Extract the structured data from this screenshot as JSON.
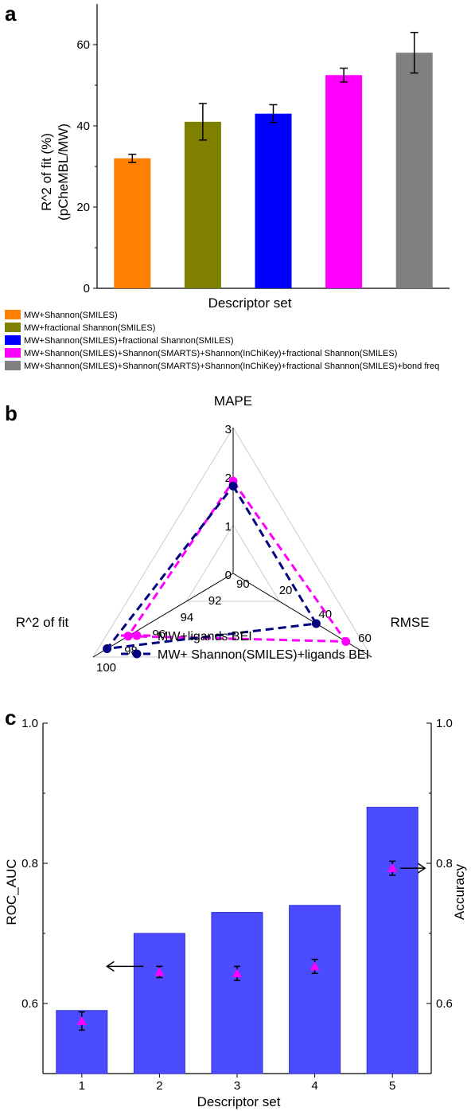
{
  "chart_data": [
    {
      "panel": "a",
      "type": "bar",
      "xlabel": "Descriptor set",
      "ylabel": "R^2 of fit (%)",
      "ylabel2": "(pCheMBL/MW)",
      "ylim": [
        0,
        70
      ],
      "yticks": [
        0,
        20,
        40,
        60
      ],
      "grid": false,
      "legend_position": "bottom",
      "series": [
        {
          "name": "MW+Shannon(SMILES)",
          "value": 32,
          "error": 1,
          "color": "#ff8000"
        },
        {
          "name": "MW+fractional Shannon(SMILES)",
          "value": 41,
          "error": 4.5,
          "color": "#808000"
        },
        {
          "name": "MW+Shannon(SMILES)+fractional Shannon(SMILES)",
          "value": 43,
          "error": 2.2,
          "color": "#0000ff"
        },
        {
          "name": "MW+Shannon(SMILES)+Shannon(SMARTS)+Shannon(InChiKey)+fractional Shannon(SMILES)",
          "value": 52.5,
          "error": 1.7,
          "color": "#ff00ff"
        },
        {
          "name": "MW+Shannon(SMILES)+Shannon(SMARTS)+Shannon(InChiKey)+fractional Shannon(SMILES)+bond freq",
          "value": 58,
          "error": 5,
          "color": "#808080"
        }
      ]
    },
    {
      "panel": "b",
      "type": "radar",
      "axes": [
        {
          "name": "MAPE",
          "ticks": [
            "0",
            "1",
            "2",
            "3"
          ],
          "range": [
            0,
            3
          ]
        },
        {
          "name": "RMSE",
          "ticks": [
            "20",
            "40",
            "60"
          ],
          "range": [
            0,
            70
          ]
        },
        {
          "name": "R^2 of fit",
          "ticks": [
            "90",
            "92",
            "94",
            "96",
            "98",
            "100"
          ],
          "range": [
            90,
            100
          ]
        }
      ],
      "legend_position": "bottom",
      "series": [
        {
          "name": "MW+ligands BEI",
          "color": "#ff00ff",
          "values": {
            "MAPE": 1.9,
            "RMSE": 57,
            "R^2 of fit": 97.5
          }
        },
        {
          "name": "MW+ Shannon(SMILES)+ligands BEI",
          "color": "#000080",
          "values": {
            "MAPE": 1.8,
            "RMSE": 42,
            "R^2 of fit": 99
          }
        }
      ]
    },
    {
      "panel": "c",
      "type": "bar",
      "xlabel": "Descriptor set",
      "categories": [
        "1",
        "2",
        "3",
        "4",
        "5"
      ],
      "ylabel": "ROC_AUC",
      "ylabel_right": "Accuracy",
      "ylim": [
        0.5,
        1.0
      ],
      "yticks": [
        "0.6",
        "0.8",
        "1.0"
      ],
      "grid": false,
      "series": [
        {
          "name": "ROC_AUC",
          "axis": "left",
          "values": [
            0.59,
            0.7,
            0.73,
            0.74,
            0.88
          ],
          "color": "#4b4bff"
        },
        {
          "name": "Accuracy",
          "axis": "right",
          "values": [
            0.575,
            0.645,
            0.643,
            0.653,
            0.793
          ],
          "errors": [
            0.013,
            0.008,
            0.01,
            0.01,
            0.01
          ],
          "color": "#ff00ff"
        }
      ]
    }
  ],
  "panel_labels": [
    "a",
    "b",
    "c"
  ],
  "radar_tick_zero_1": "0",
  "radar_tick_zero_2": "0"
}
